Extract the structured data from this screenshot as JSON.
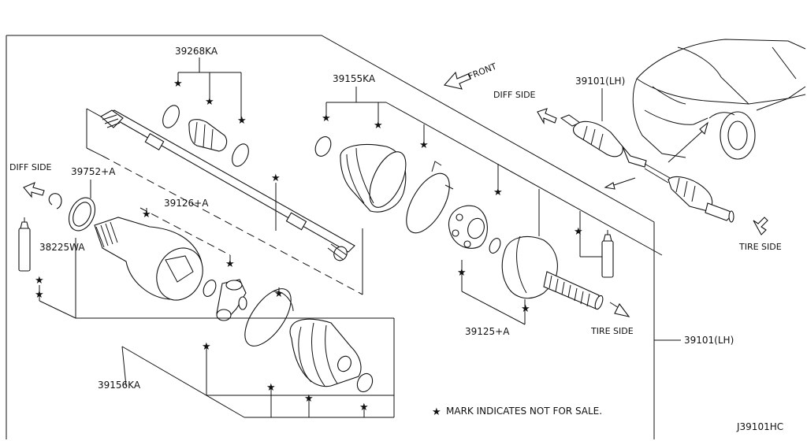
{
  "diagram": {
    "labels": {
      "p39268KA": "39268KA",
      "p39155KA": "39155KA",
      "p39101LH_top": "39101(LH)",
      "p39752A": "39752+A",
      "p39126A": "39126+A",
      "p38225WA": "38225WA",
      "p39125A": "39125+A",
      "p39101LH_right": "39101(LH)",
      "p39156KA": "39156KA"
    },
    "directions": {
      "front": "FRONT",
      "diff_side_left": "DIFF SIDE",
      "diff_side_right": "DIFF SIDE",
      "tire_side_center": "TIRE SIDE",
      "tire_side_right": "TIRE SIDE"
    },
    "legend": {
      "symbol": "★",
      "text": "MARK INDICATES NOT FOR SALE."
    },
    "diagram_code": "J39101HC"
  }
}
